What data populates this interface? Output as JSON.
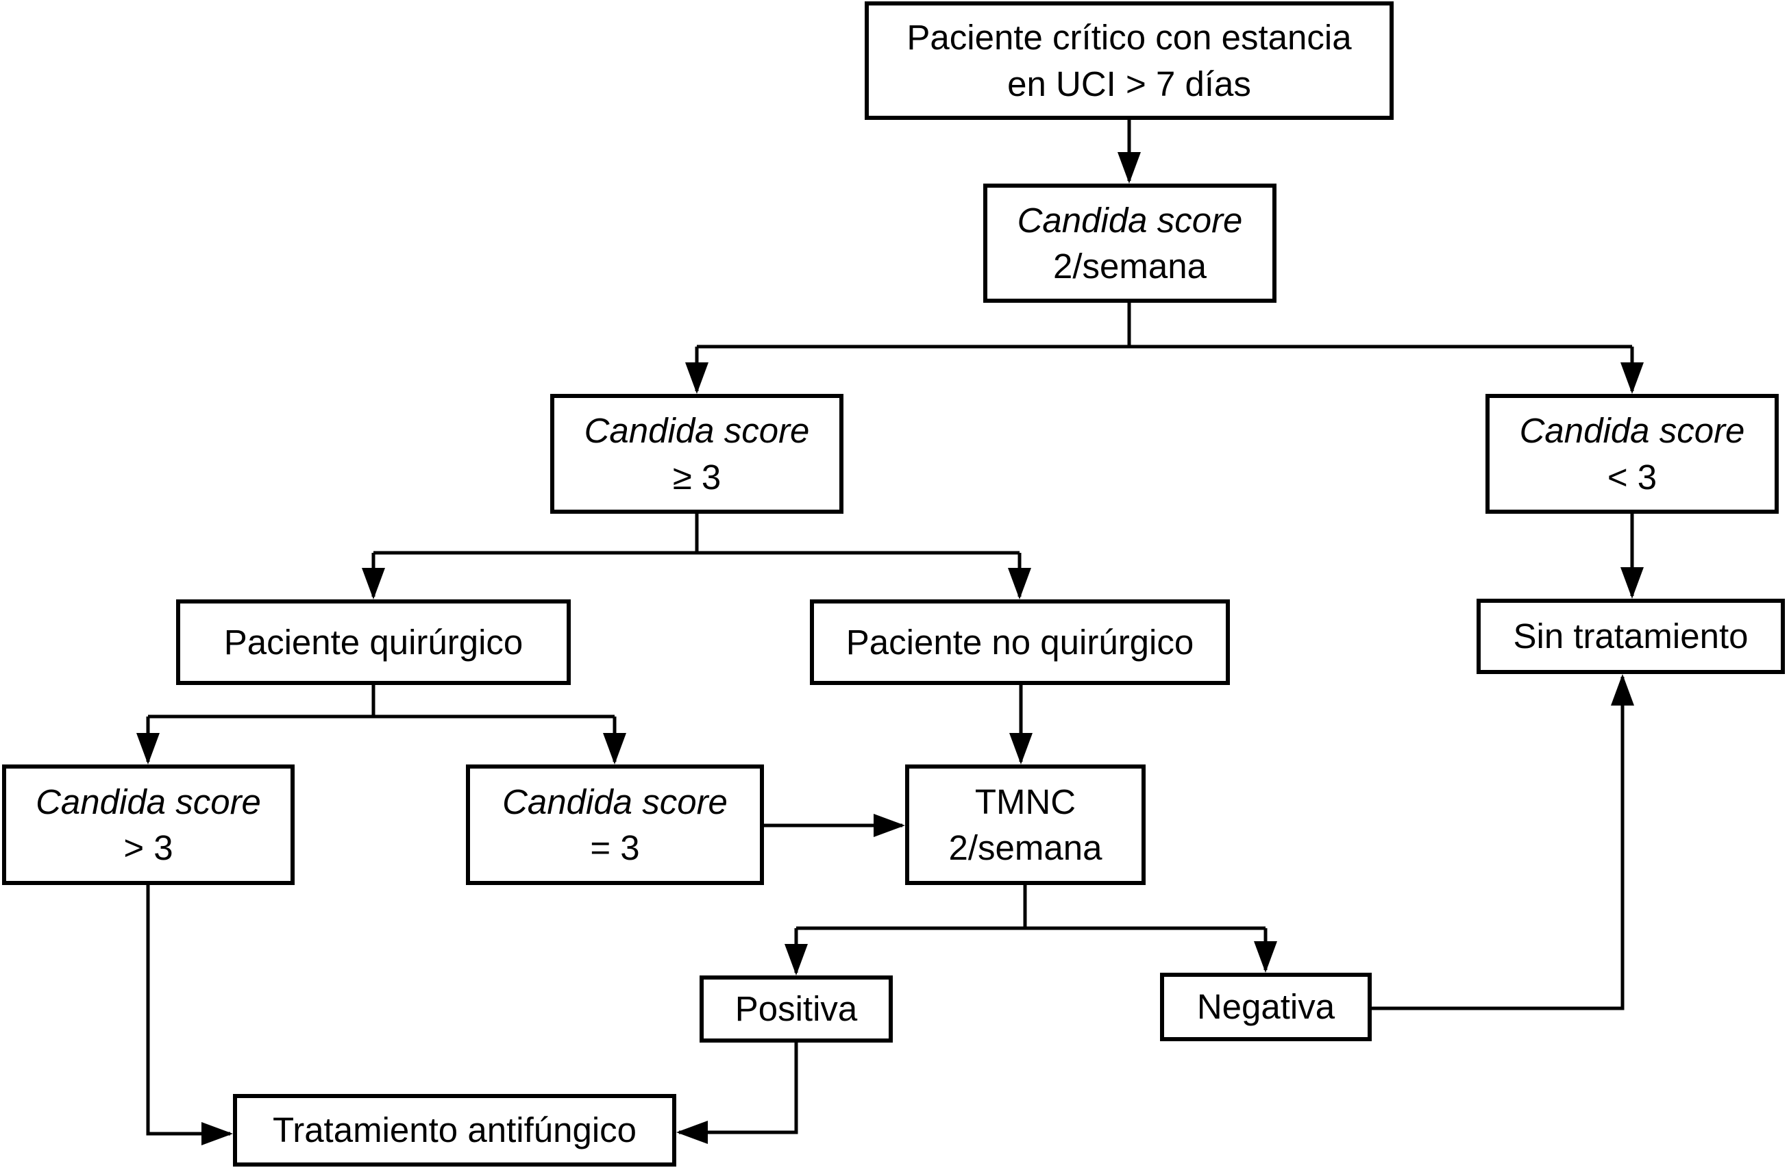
{
  "diagram": {
    "type": "flowchart",
    "language": "es",
    "colors": {
      "line": "#000000",
      "text": "#000000",
      "background": "#ffffff"
    },
    "nodes": {
      "critical": {
        "line1": "Paciente crítico con estancia",
        "line2": "en UCI > 7 días"
      },
      "screening": {
        "line1": "Candida score",
        "line2": "2/semana"
      },
      "score_ge3": {
        "line1": "Candida score",
        "line2": "≥ 3"
      },
      "score_lt3": {
        "line1": "Candida score",
        "line2": "< 3"
      },
      "surgical": {
        "label": "Paciente quirúrgico"
      },
      "nonsurgical": {
        "label": "Paciente no quirúrgico"
      },
      "no_treatment": {
        "label": "Sin tratamiento"
      },
      "score_gt3": {
        "line1": "Candida score",
        "line2": "> 3"
      },
      "score_eq3": {
        "line1": "Candida score",
        "line2": "= 3"
      },
      "tmnc": {
        "line1": "TMNC",
        "line2": "2/semana"
      },
      "positive": {
        "label": "Positiva"
      },
      "negative": {
        "label": "Negativa"
      },
      "treatment": {
        "label": "Tratamiento antifúngico"
      }
    },
    "edges": [
      "critical -> screening",
      "screening -> score_ge3",
      "screening -> score_lt3",
      "score_ge3 -> surgical",
      "score_ge3 -> nonsurgical",
      "score_lt3 -> no_treatment",
      "surgical -> score_gt3",
      "surgical -> score_eq3",
      "nonsurgical -> tmnc",
      "score_eq3 -> tmnc",
      "tmnc -> positive",
      "tmnc -> negative",
      "score_gt3 -> treatment",
      "positive -> treatment",
      "negative -> no_treatment"
    ]
  }
}
